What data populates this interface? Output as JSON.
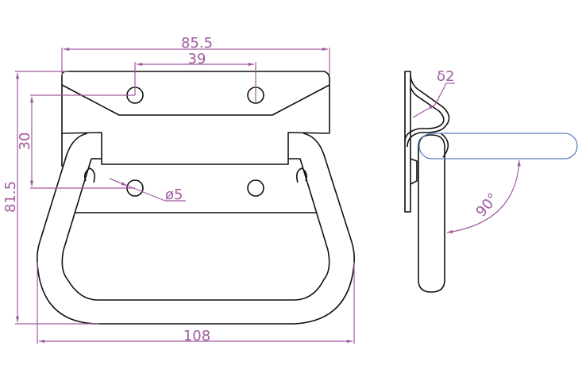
{
  "dimensions": {
    "overall_width": "85.5",
    "hole_spacing": "39",
    "overall_height": "81.5",
    "hole_vertical_spacing": "30",
    "hole_diameter": "ø5",
    "handle_width": "108",
    "thickness": "δ2",
    "rotation_angle": "90°"
  },
  "colors": {
    "outline": "#111111",
    "dimension": "#a25aa0",
    "alt_position": "#5a7fc4"
  }
}
